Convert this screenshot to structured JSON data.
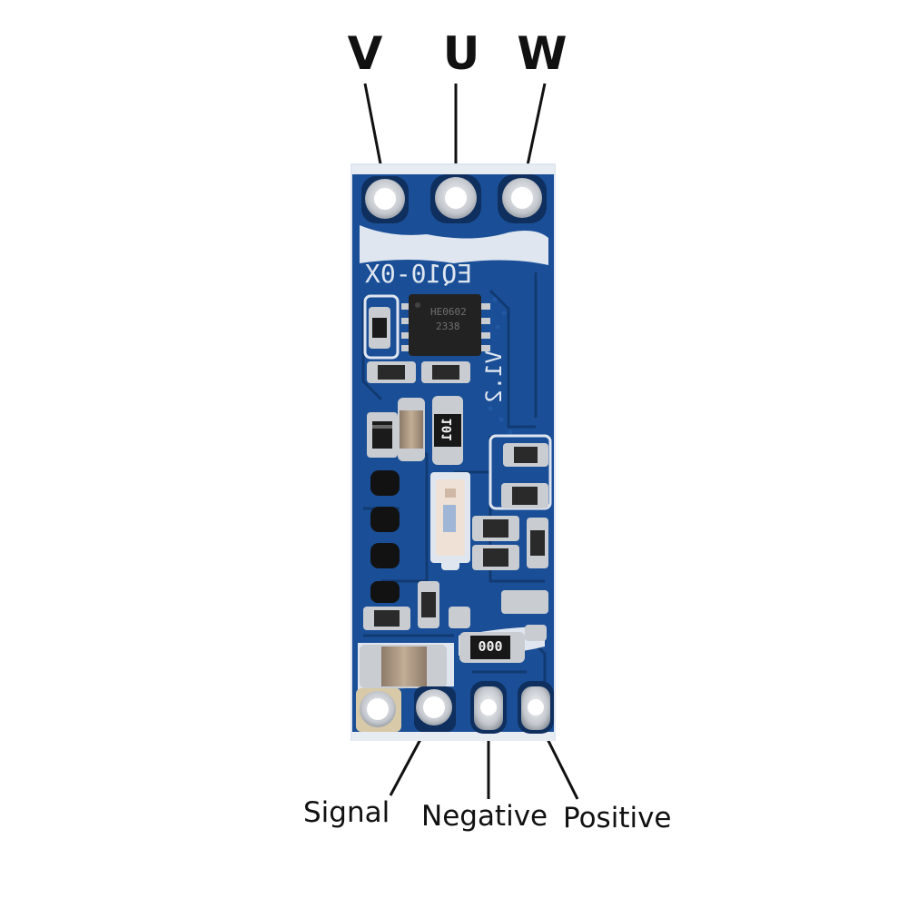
{
  "top_pins": [
    {
      "label": "V"
    },
    {
      "label": "U"
    },
    {
      "label": "W"
    }
  ],
  "bottom_pins": [
    {
      "label": "Signal"
    },
    {
      "label": "Negative"
    },
    {
      "label": "Positive"
    }
  ],
  "board": {
    "silkscreen_model": "EQ10-0X",
    "silkscreen_version": "V1.2",
    "chip_marking_line1": "HE0602",
    "chip_marking_line2": "2338",
    "resistor_code_1": "101",
    "resistor_code_2": "000"
  },
  "colors": {
    "pcb_blue": "#1a4f97",
    "pcb_dark": "#123a72",
    "solder_mask_white": "#dfe6f0",
    "pad_silver": "#c9ccd1",
    "label_text": "#111111"
  }
}
